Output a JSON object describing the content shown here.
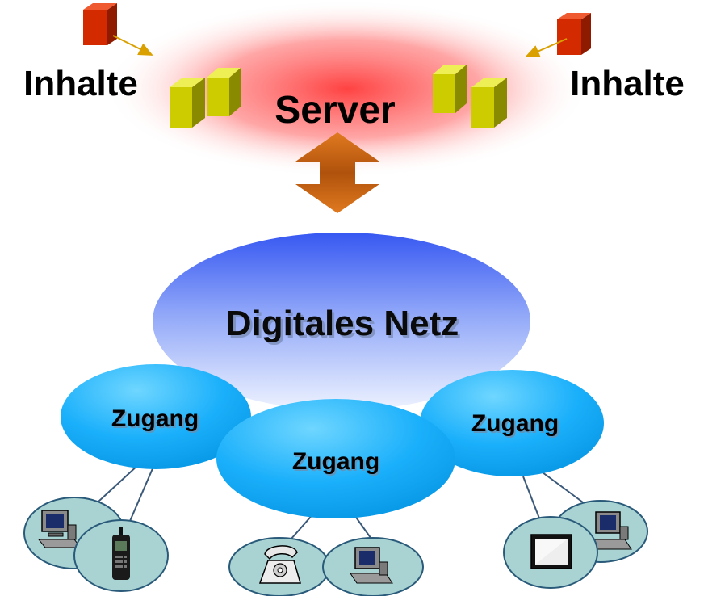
{
  "diagram": {
    "content_left": "Inhalte",
    "content_right": "Inhalte",
    "server": "Server",
    "network": "Digitales Netz",
    "access_left": "Zugang",
    "access_center": "Zugang",
    "access_right": "Zugang"
  },
  "colors": {
    "server_glow": "#ff4a4a",
    "network_top": "#3a5cf5",
    "network_bottom": "#e8f0ff",
    "access_fill": "#19b3ff",
    "device_bubble": "#a9d3d3",
    "content_box": "#d42a00",
    "server_box": "#cccc00",
    "arrow": "#c05a10",
    "link_line": "#3a5878"
  }
}
